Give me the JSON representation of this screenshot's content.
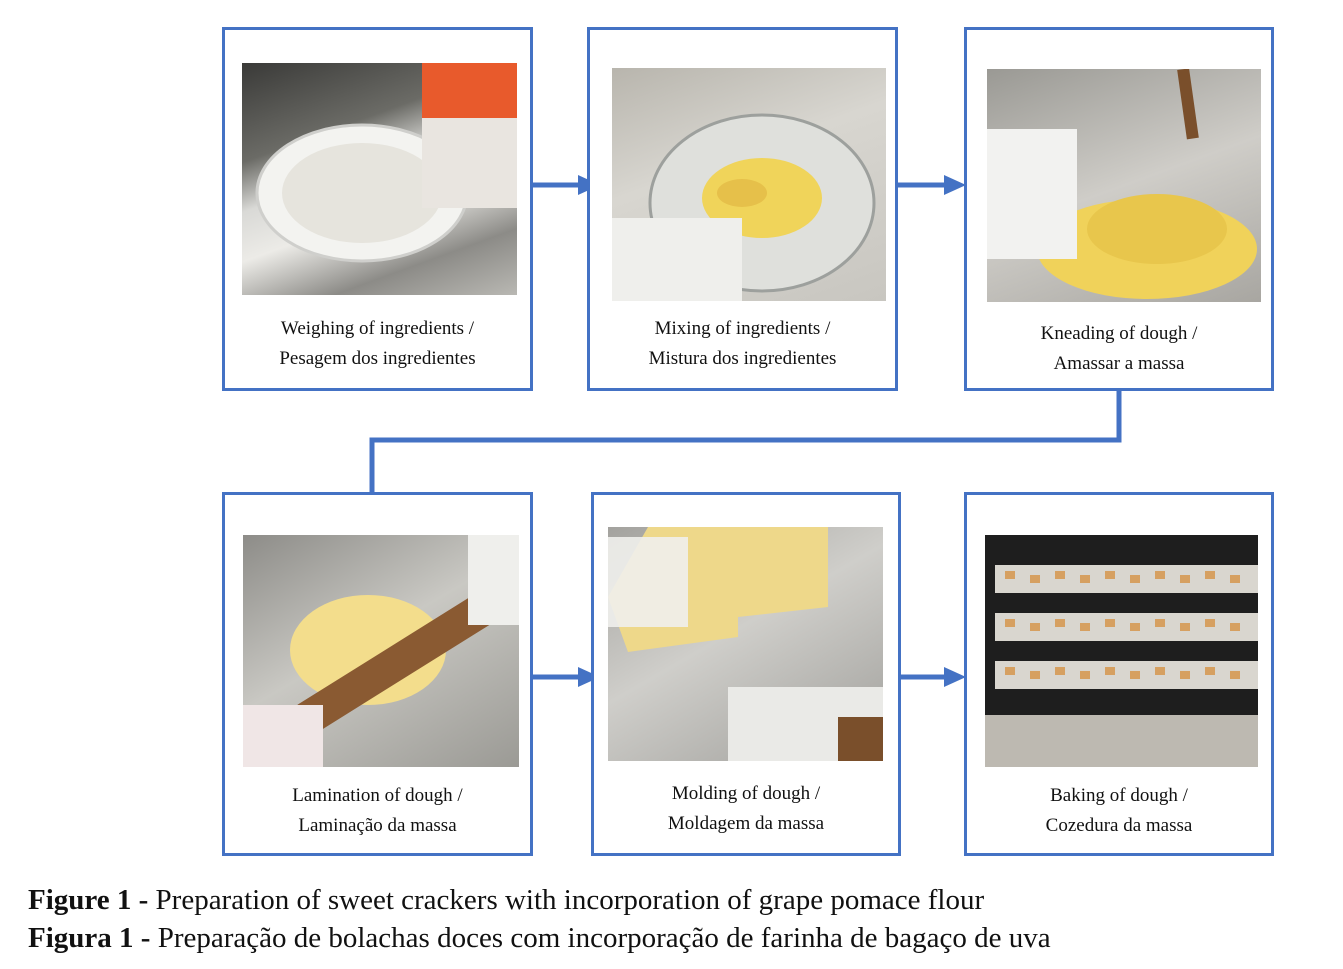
{
  "steps": [
    {
      "id": "weighing",
      "label_en": "Weighing of ingredients /",
      "label_pt": "Pesagem dos ingredientes",
      "photo": "Ingredient being poured onto a white plate on a digital scale"
    },
    {
      "id": "mixing",
      "label_en": "Mixing of ingredients /",
      "label_pt": "Mistura dos ingredientes",
      "photo": "Gloved hands mixing yellow dough pieces in a glass bowl"
    },
    {
      "id": "kneading",
      "label_en": "Kneading of dough /",
      "label_pt": "Amassar a massa",
      "photo": "Gloved hands kneading crumbly dough on steel counter"
    },
    {
      "id": "lamination",
      "label_en": "Lamination of dough /",
      "label_pt": "Laminação da massa",
      "photo": "Wooden rolling pin flattening dough on steel counter"
    },
    {
      "id": "molding",
      "label_en": "Molding of dough /",
      "label_pt": "Moldagem da massa",
      "photo": "Knife cutting rolled dough into squares"
    },
    {
      "id": "baking",
      "label_en": "Baking of dough /",
      "label_pt": "Cozedura da massa",
      "photo": "Trays of square crackers baking in an oven"
    }
  ],
  "caption": {
    "en_label": "Figure 1 -",
    "en_text": " Preparation of sweet crackers with incorporation of grape pomace flour",
    "pt_label": "Figura 1 -",
    "pt_text": " Preparação de bolachas doces com incorporação de farinha de bagaço de uva"
  },
  "colors": {
    "border": "#4472c4"
  }
}
